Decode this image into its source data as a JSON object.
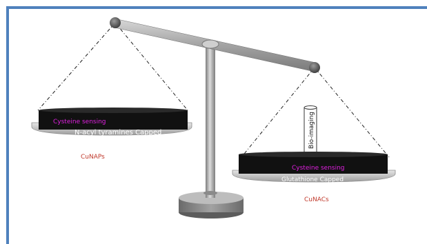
{
  "frame": {
    "border_color": "#4f81bd"
  },
  "left_pan": {
    "sensing_label": "Cysteine sensing",
    "capping_label": "N-acyl tyramines Capped",
    "material_label": "CuNAPs"
  },
  "right_pan": {
    "sensing_label": "Cysteine sensing",
    "capping_label": "Glutathione Capped",
    "material_label": "CuNACs",
    "tube_label": "Bio-imaging"
  },
  "colors": {
    "sensing_text": "#e020e0",
    "material_text": "#c0392b",
    "capping_text": "#ffffff",
    "pan_disc": "#111111",
    "pan_plate": "#b8b8b8",
    "stand": "#9a9a9a",
    "beam": "#a6a6a6",
    "knob": "#555555"
  }
}
